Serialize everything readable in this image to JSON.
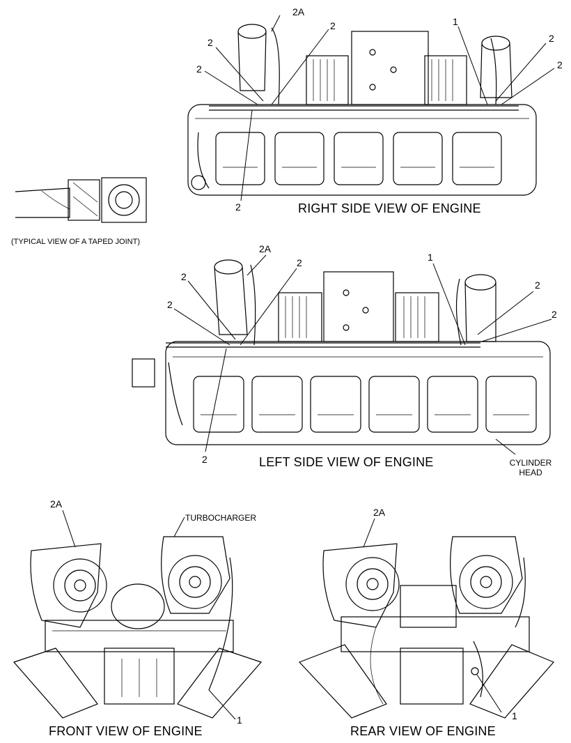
{
  "views": {
    "right": {
      "title": "RIGHT SIDE VIEW OF ENGINE"
    },
    "left": {
      "title": "LEFT SIDE VIEW OF ENGINE"
    },
    "front": {
      "title": "FRONT VIEW OF ENGINE"
    },
    "rear": {
      "title": "REAR VIEW OF ENGINE"
    }
  },
  "inset": {
    "caption": "(TYPICAL VIEW OF A TAPED JOINT)"
  },
  "labels": {
    "turbocharger": "TURBOCHARGER",
    "cylinder_head_line1": "CYLINDER",
    "cylinder_head_line2": "HEAD"
  },
  "callouts": {
    "one": "1",
    "two": "2",
    "two_a": "2A"
  }
}
